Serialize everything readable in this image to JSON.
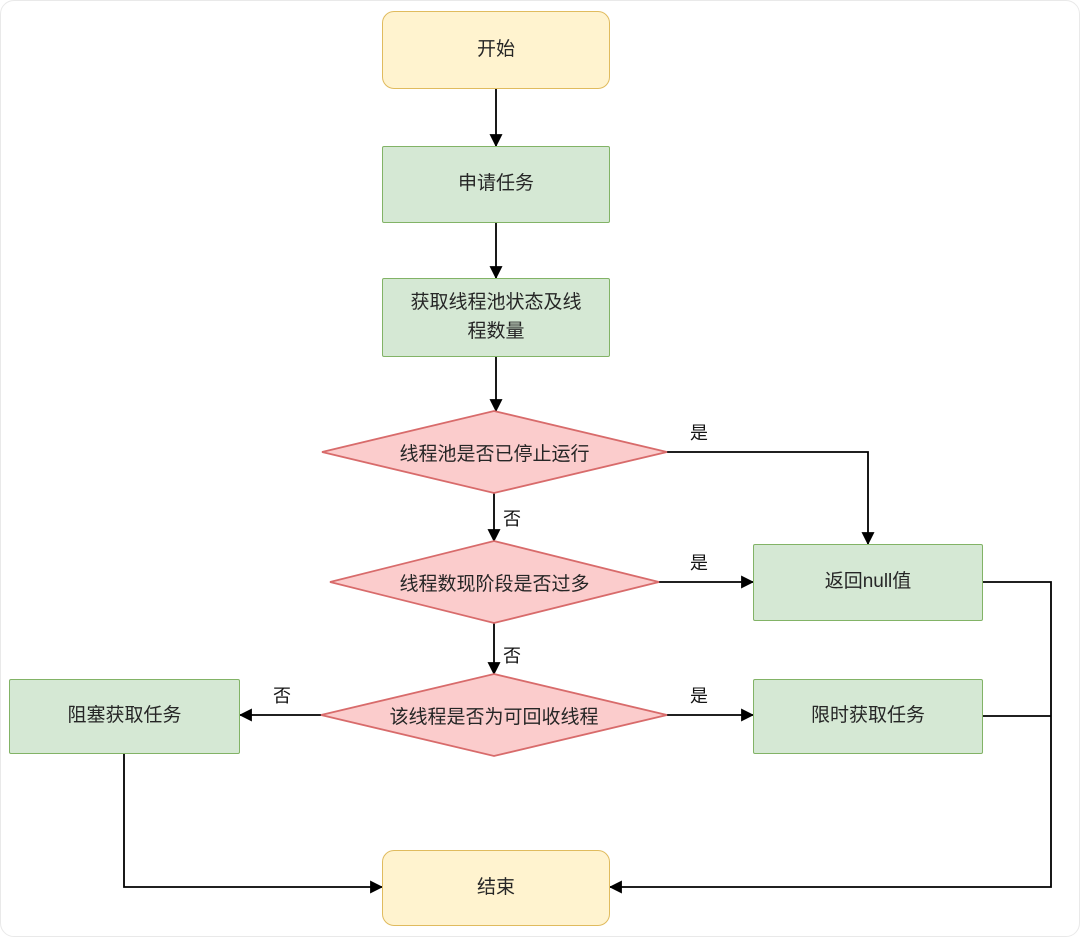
{
  "colors": {
    "background": "#ffffff",
    "terminal_fill": "#fff3cf",
    "terminal_border": "#e0bb5e",
    "process_fill": "#d5e8d4",
    "process_border": "#82b366",
    "decision_fill": "#fbcccc",
    "decision_border": "#d86b6b",
    "connector": "#000000",
    "text": "#262626"
  },
  "nodes": {
    "start": {
      "label": "开始",
      "type": "terminal"
    },
    "apply_task": {
      "label": "申请任务",
      "type": "process"
    },
    "get_pool_status": {
      "label": "获取线程池状态及线程数量",
      "type": "process"
    },
    "pool_stopped": {
      "label": "线程池是否已停止运行",
      "type": "decision"
    },
    "too_many_threads": {
      "label": "线程数现阶段是否过多",
      "type": "decision"
    },
    "recyclable_thread": {
      "label": "该线程是否为可回收线程",
      "type": "decision"
    },
    "return_null": {
      "label": "返回null值",
      "type": "process"
    },
    "block_get_task": {
      "label": "阻塞获取任务",
      "type": "process"
    },
    "timed_get_task": {
      "label": "限时获取任务",
      "type": "process"
    },
    "end": {
      "label": "结束",
      "type": "terminal"
    }
  },
  "edges": [
    {
      "from": "start",
      "to": "apply_task",
      "label": ""
    },
    {
      "from": "apply_task",
      "to": "get_pool_status",
      "label": ""
    },
    {
      "from": "get_pool_status",
      "to": "pool_stopped",
      "label": ""
    },
    {
      "from": "pool_stopped",
      "to": "return_null",
      "label": "是"
    },
    {
      "from": "pool_stopped",
      "to": "too_many_threads",
      "label": "否"
    },
    {
      "from": "too_many_threads",
      "to": "return_null",
      "label": "是"
    },
    {
      "from": "too_many_threads",
      "to": "recyclable_thread",
      "label": "否"
    },
    {
      "from": "recyclable_thread",
      "to": "block_get_task",
      "label": "否"
    },
    {
      "from": "recyclable_thread",
      "to": "timed_get_task",
      "label": "是"
    },
    {
      "from": "return_null",
      "to": "end",
      "label": ""
    },
    {
      "from": "timed_get_task",
      "to": "end",
      "label": ""
    },
    {
      "from": "block_get_task",
      "to": "end",
      "label": ""
    }
  ]
}
